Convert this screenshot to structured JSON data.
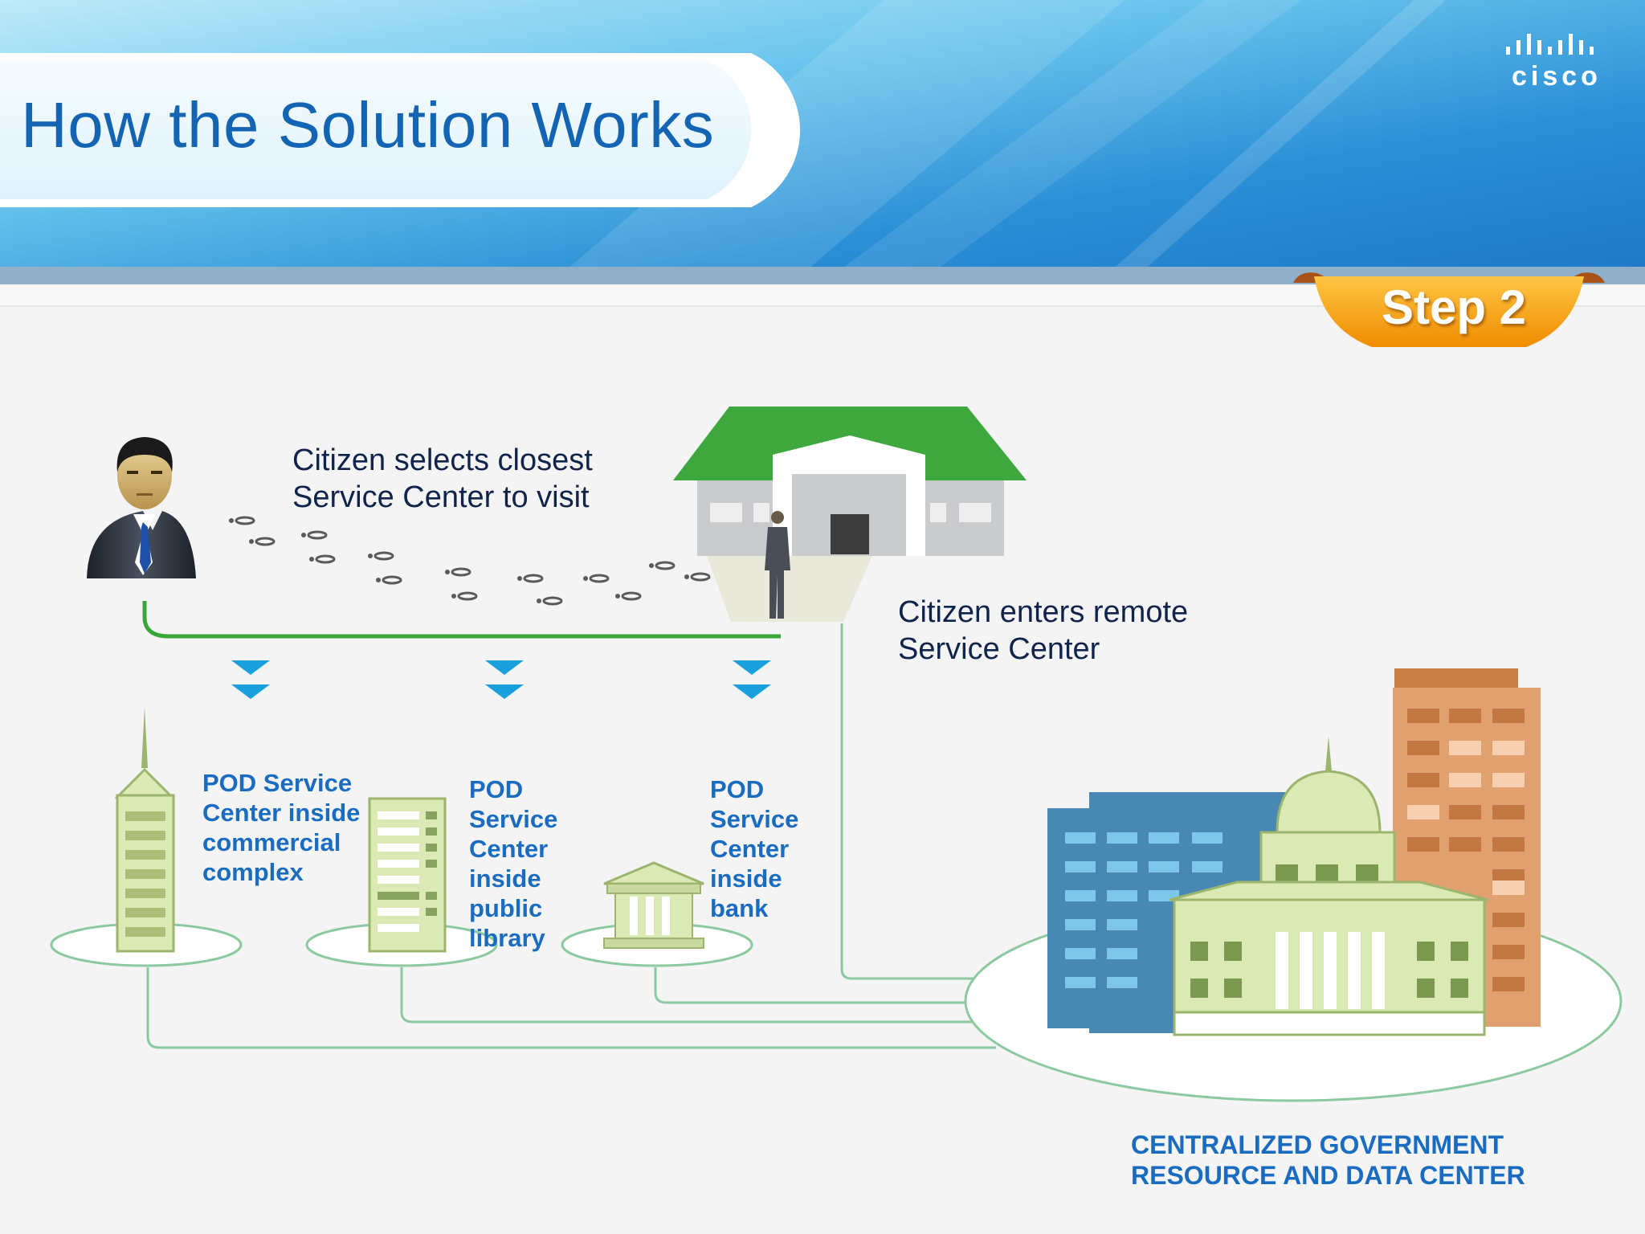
{
  "slide": {
    "title": "How the Solution Works",
    "brand": "cisco",
    "step_label": "Step 2"
  },
  "captions": {
    "select": [
      "Citizen selects closest",
      "Service Center to visit"
    ],
    "enter": [
      "Citizen enters remote",
      "Service Center"
    ]
  },
  "pods": [
    {
      "label": "POD Service Center inside commercial complex"
    },
    {
      "label": "POD Service Center inside public library"
    },
    {
      "label": "POD Service Center inside bank"
    }
  ],
  "data_center": {
    "label": [
      "CENTRALIZED GOVERNMENT",
      "RESOURCE AND DATA CENTER"
    ]
  },
  "colors": {
    "title_blue": "#1464b4",
    "label_blue": "#1a6cc0",
    "roof_green": "#3ea83e",
    "connector_green": "#8cc9a0",
    "step_orange": "#f59a0c"
  },
  "icons": [
    "citizen-icon",
    "footprints-icon",
    "service-center-icon",
    "skyscraper-icon",
    "library-icon",
    "bank-icon",
    "government-buildings-icon",
    "cisco-logo-icon"
  ]
}
